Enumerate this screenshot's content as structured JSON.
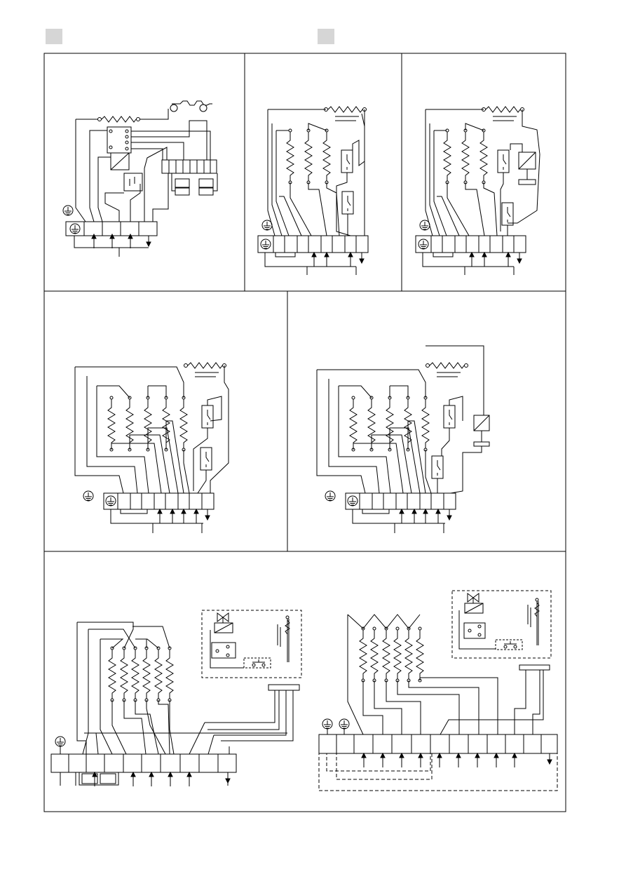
{
  "page": {
    "section_markers": [
      "",
      ""
    ]
  },
  "colors": {
    "line": "#000000",
    "marker_fill": "#d6d6d6",
    "background": "#ffffff"
  },
  "panels": [
    {
      "id": "panel-top-left",
      "terminals": 5,
      "heating_elements": 0,
      "has_earth": true
    },
    {
      "id": "panel-top-middle",
      "terminals": 9,
      "heating_elements": 3,
      "has_earth": true
    },
    {
      "id": "panel-top-right",
      "terminals": 9,
      "heating_elements": 3,
      "has_earth": true
    },
    {
      "id": "panel-middle-left",
      "terminals": 9,
      "heating_elements": 5,
      "has_earth": true
    },
    {
      "id": "panel-middle-right",
      "terminals": 9,
      "heating_elements": 5,
      "has_earth": true
    },
    {
      "id": "panel-bottom-left",
      "terminals": 10,
      "heating_elements": 6,
      "has_earth": true
    },
    {
      "id": "panel-bottom-right",
      "terminals": 13,
      "heating_elements": 6,
      "has_earth": true
    }
  ]
}
